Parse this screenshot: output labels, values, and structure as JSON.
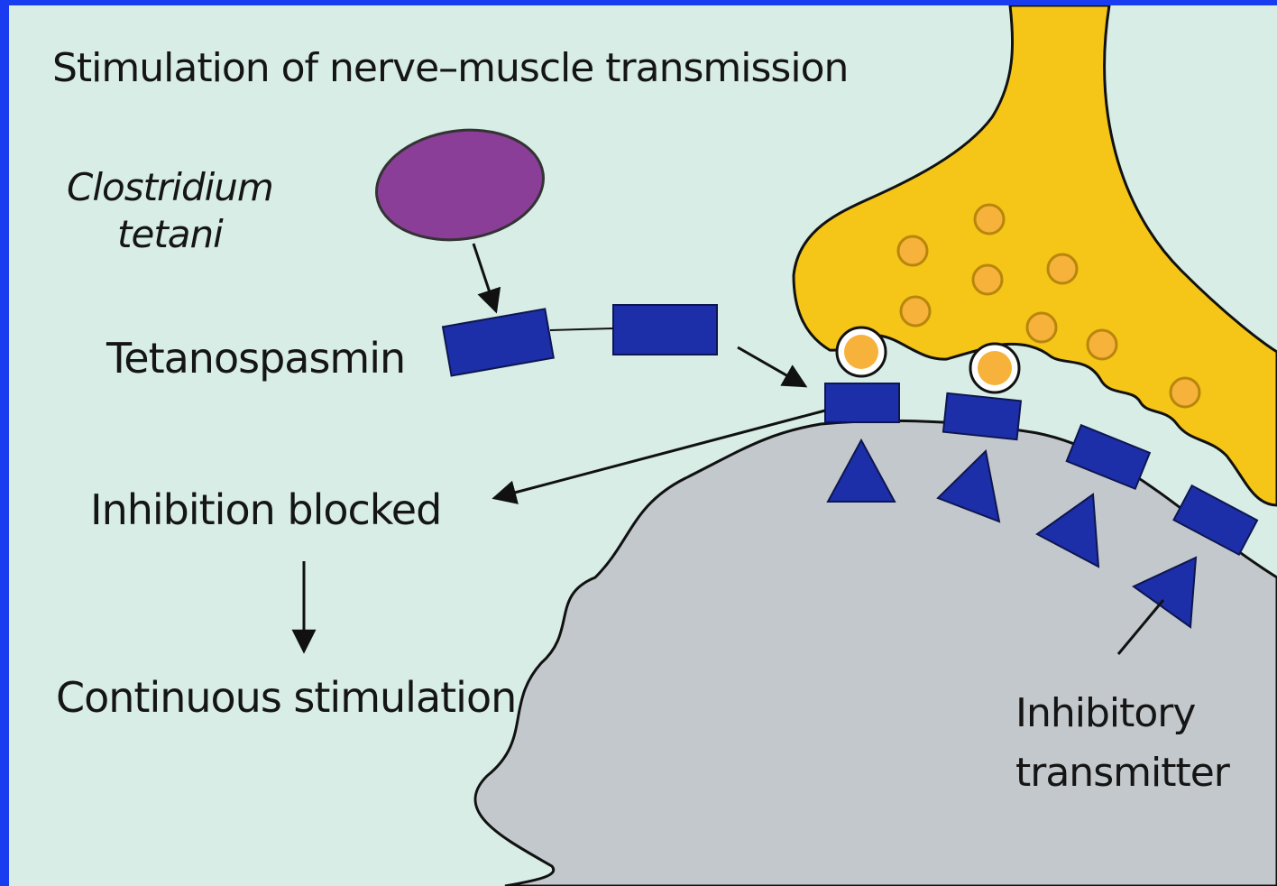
{
  "title": "Stimulation of nerve–muscle transmission",
  "labels": {
    "organism_line1": "Clostridium",
    "organism_line2": "tetani",
    "toxin": "Tetanospasmin",
    "inhibition_blocked": "Inhibition blocked",
    "continuous_stimulation": "Continuous stimulation",
    "transmitter_line1": "Inhibitory",
    "transmitter_line2": "transmitter"
  },
  "colors": {
    "frame_border": "#1a3cf0",
    "background": "#d7ede6",
    "nerve_terminal": "#f5c518",
    "muscle_cell": "#c3c8cc",
    "toxin": "#1c2fa8",
    "bacterium": "#8a3e98",
    "vesicle": "#f6b23a"
  }
}
